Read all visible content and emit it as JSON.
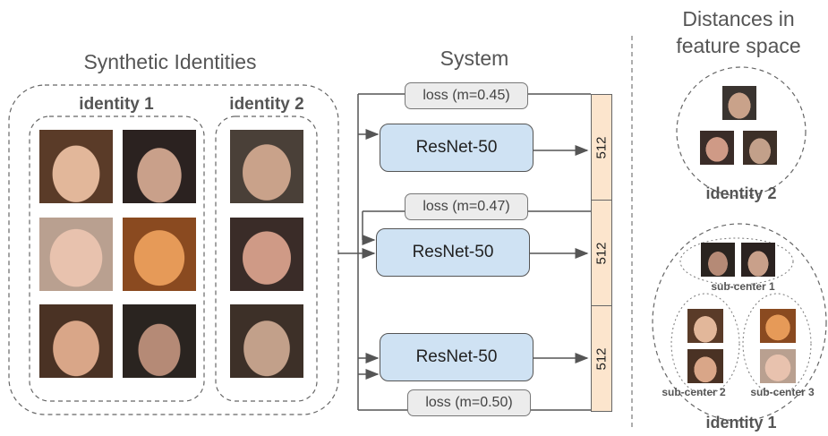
{
  "left": {
    "title": "Synthetic Identities",
    "identity1_label": "identity 1",
    "identity2_label": "identity 2"
  },
  "system": {
    "title": "System",
    "model_label": "ResNet-50",
    "losses": [
      "loss (m=0.45)",
      "loss (m=0.47)",
      "loss (m=0.50)"
    ],
    "feature_dim": "512"
  },
  "right": {
    "title_line1": "Distances in",
    "title_line2": "feature space",
    "identity2_label": "identity 2",
    "identity1_label": "identity 1",
    "subcenter1": "sub-center 1",
    "subcenter2": "sub-center 2",
    "subcenter3": "sub-center 3"
  },
  "colors": {
    "resnet_fill": "#cfe2f3",
    "loss_fill": "#ececec",
    "feature_fill": "#fce5cd",
    "skin_light": "#d9a88a",
    "skin_orange": "#e08a3c",
    "hair_dark": "#3a2a20"
  }
}
